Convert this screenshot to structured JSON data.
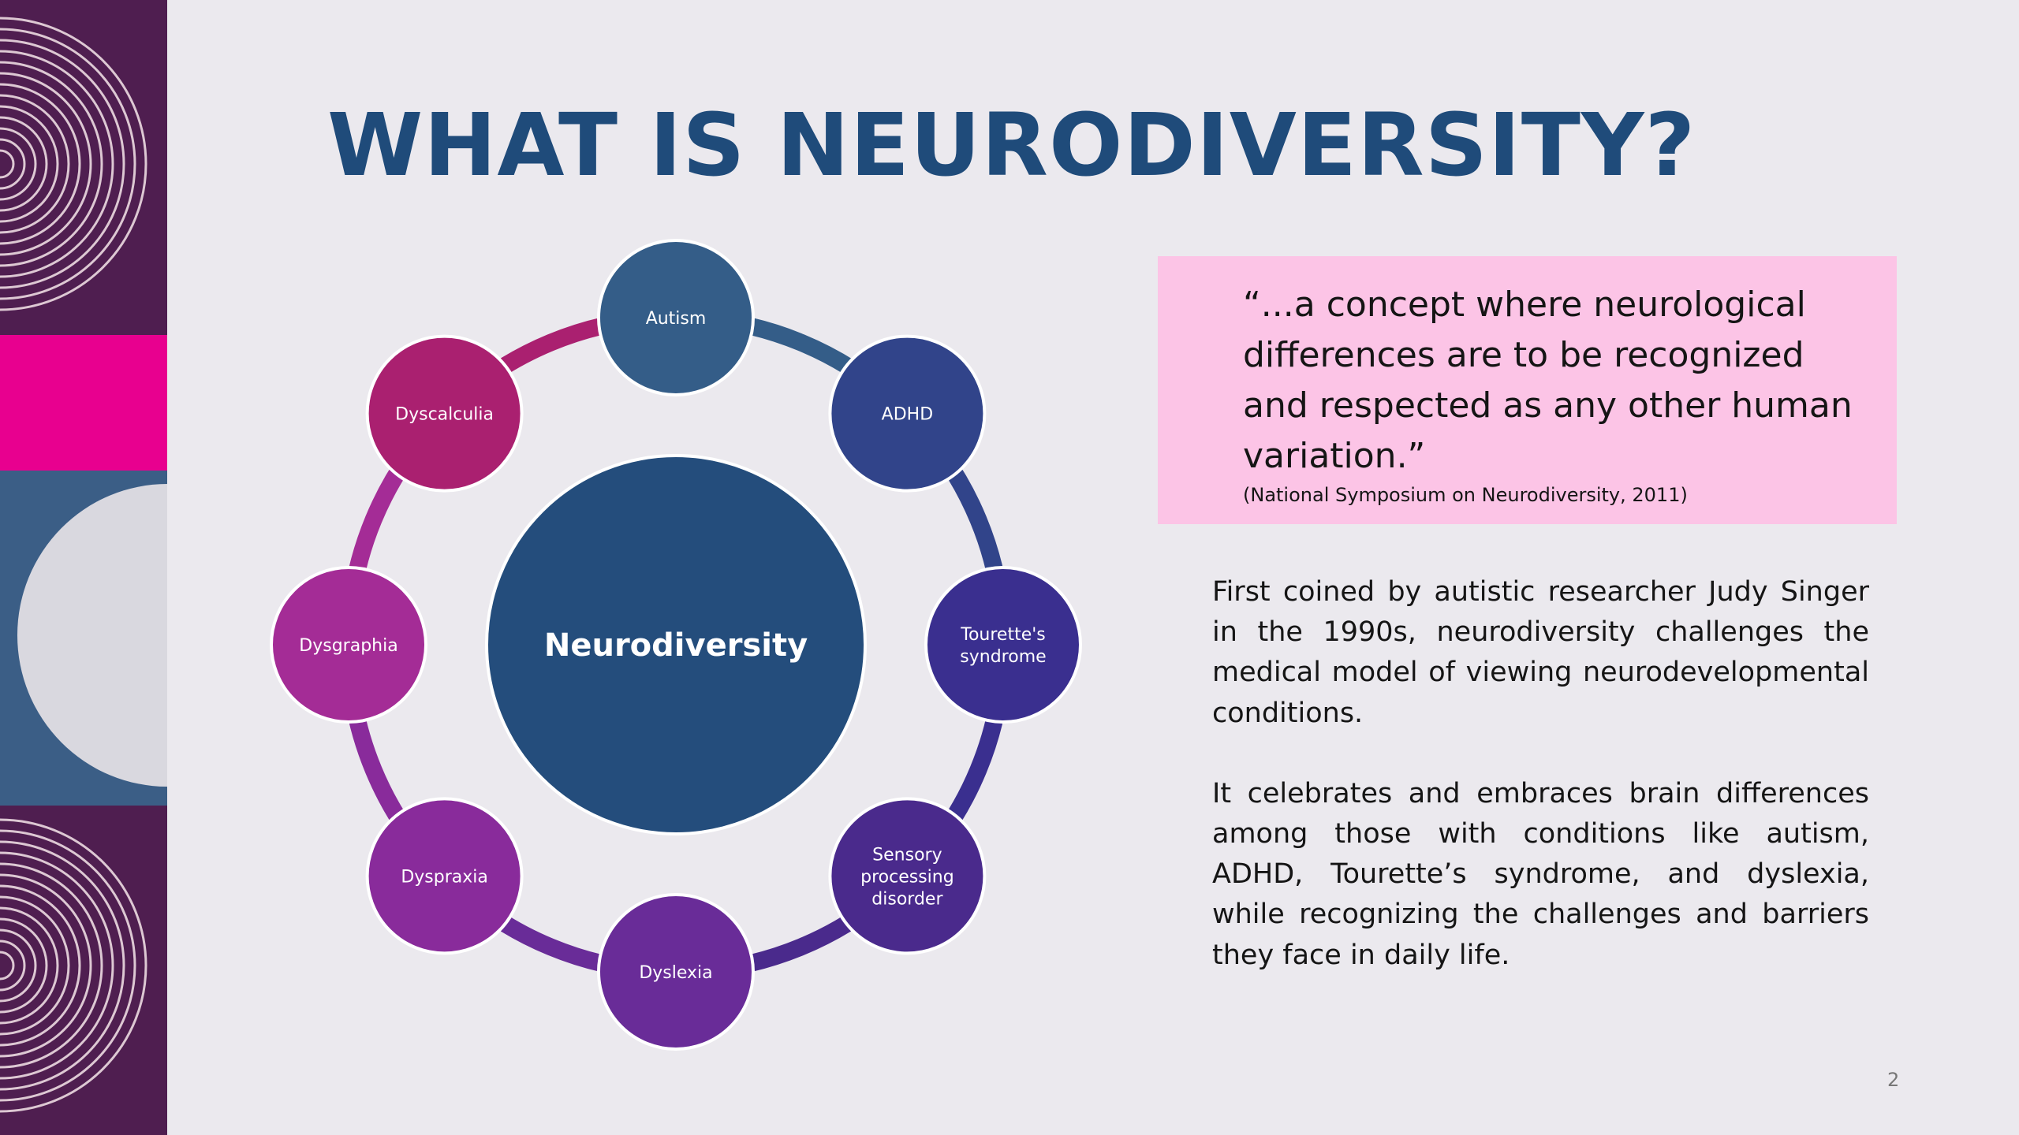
{
  "slide": {
    "title": "WHAT IS NEURODIVERSITY?",
    "page_number": "2"
  },
  "cycle_diagram": {
    "center": "Neurodiversity",
    "nodes": [
      {
        "label_lines": [
          "Autism"
        ],
        "color": "#345d88"
      },
      {
        "label_lines": [
          "ADHD"
        ],
        "color": "#31448a"
      },
      {
        "label_lines": [
          "Tourette's",
          "syndrome"
        ],
        "color": "#3a2f8f"
      },
      {
        "label_lines": [
          "Sensory",
          "processing",
          "disorder"
        ],
        "color": "#4a2a8c"
      },
      {
        "label_lines": [
          "Dyslexia"
        ],
        "color": "#692c98"
      },
      {
        "label_lines": [
          "Dyspraxia"
        ],
        "color": "#892b9b"
      },
      {
        "label_lines": [
          "Dysgraphia"
        ],
        "color": "#a42c96"
      },
      {
        "label_lines": [
          "Dyscalculia"
        ],
        "color": "#aa2070"
      }
    ],
    "center_color": "#244d7c"
  },
  "quote": {
    "text": "“...a concept where neurological differences are to be recognized and respected as any other human variation.”",
    "citation": "(National Symposium on Neurodiversity, 2011)"
  },
  "body": {
    "paragraph1": "First coined by autistic researcher Judy Singer in the 1990s, neurodiversity challenges the medical model of viewing neurodevelopmental conditions.",
    "paragraph2": "It celebrates and embraces brain differences among those with conditions like autism, ADHD, Tourette’s syndrome, and dyslexia, while recognizing the challenges and barriers they face in daily life."
  },
  "colors": {
    "title": "#1f4b7a",
    "background": "#ebe9ee",
    "quote_background": "#fcc4e6",
    "sidebar_purple": "#4f1e50",
    "sidebar_magenta": "#e8008f",
    "sidebar_blue": "#3b5e86"
  }
}
